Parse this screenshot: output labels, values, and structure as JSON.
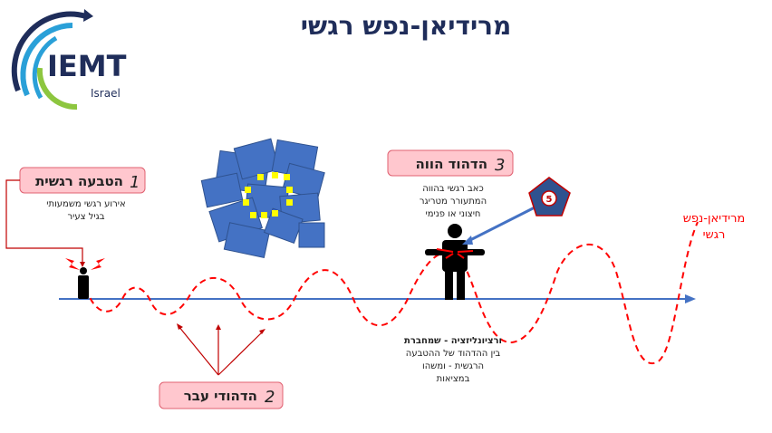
{
  "title": "מרידיאן-נפש רגשי",
  "logo": {
    "brand": "IEMT",
    "sub": "Israel"
  },
  "step1": {
    "number": "1",
    "title": "הטבעה רגשית",
    "desc": [
      "אירוע רגשי משמעותי",
      "בגיל צעיר"
    ]
  },
  "step2": {
    "number": "2",
    "title": "הדהודי עבר"
  },
  "step3": {
    "number": "3",
    "title": "הדהוד הווה",
    "desc": [
      "כאב רגשי בהווה",
      "המתעורר מטריגר",
      "חיצוני או פנימי"
    ]
  },
  "rationalization": [
    "ורציונליזציה - שמחברת",
    "בין ההדהוד של ההטבעה",
    "הרגשית - ומשהו",
    "במציאות"
  ],
  "meridian_label": [
    "מרידיאן-נפש",
    "רגשי"
  ],
  "pentagon_number": "5",
  "colors": {
    "title": "#1f2d5a",
    "wave": "#ff0000",
    "axis": "#4472c4",
    "box_fill": "#ffc7ce",
    "box_stroke": "#e06070",
    "squares": "#4472c4",
    "dots": "#ffff00"
  }
}
